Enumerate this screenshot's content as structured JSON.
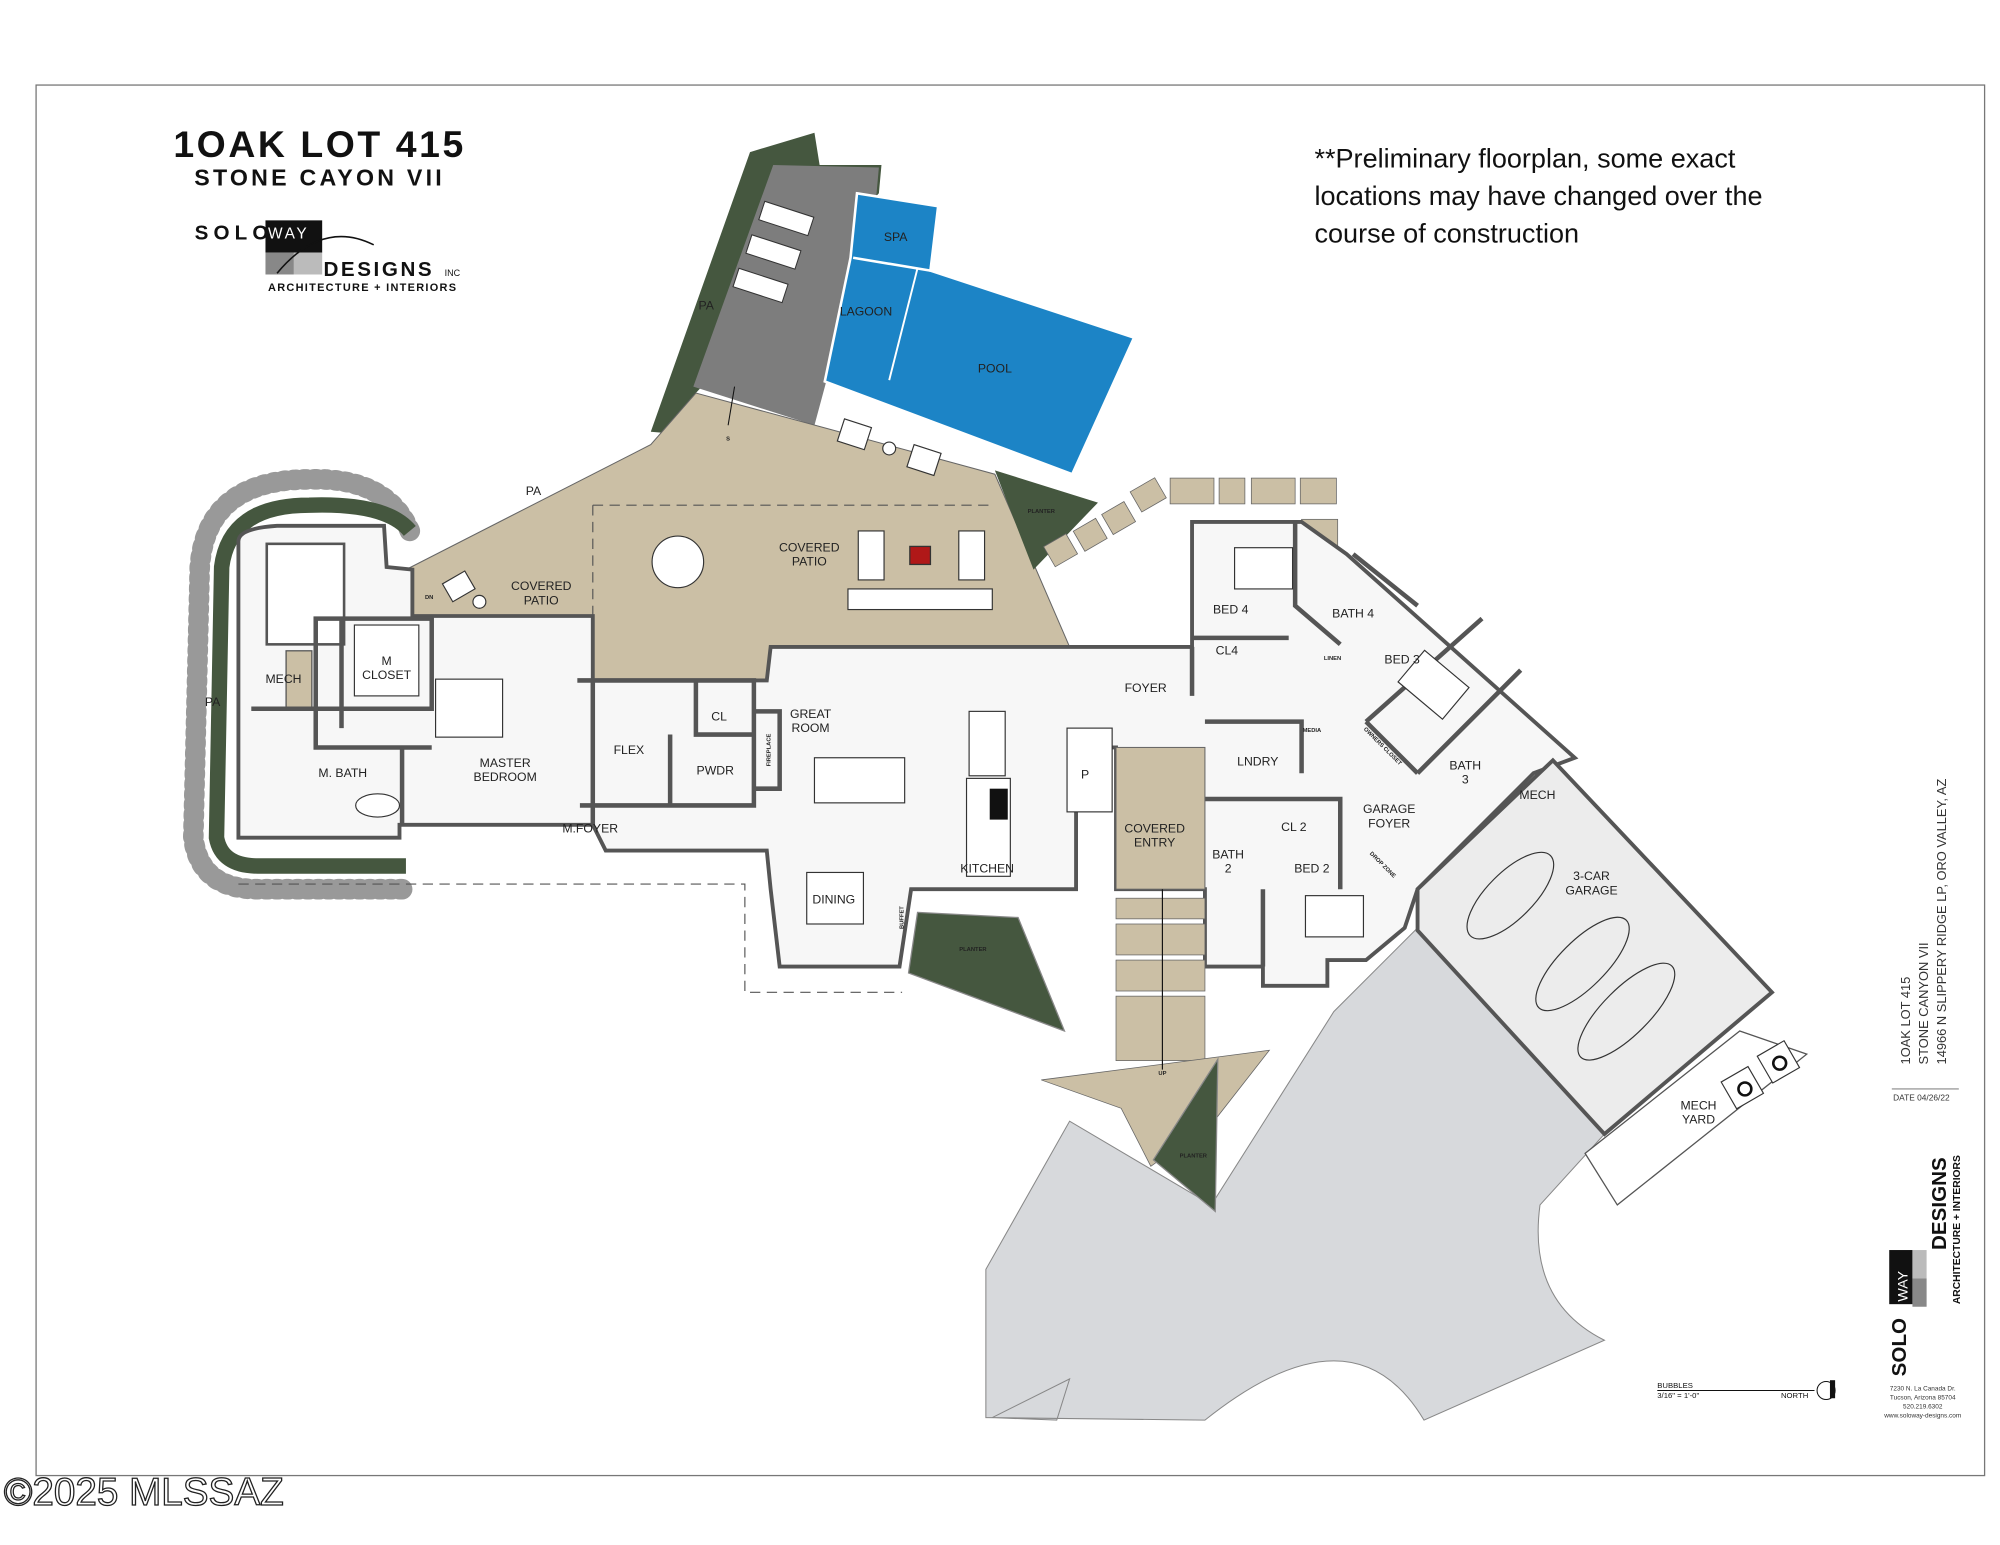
{
  "title": {
    "line1": "1OAK LOT 415",
    "line2": "STONE CAYON VII"
  },
  "logo": {
    "solo": "SOLO",
    "way": "WAY",
    "designs": "DESIGNS",
    "inc": "INC",
    "tagline": "ARCHITECTURE + INTERIORS"
  },
  "note": {
    "lines": [
      "**Preliminary floorplan, some exact",
      "locations may have changed over the",
      "course of construction"
    ]
  },
  "rooms": {
    "spa": "SPA",
    "lagoon": "LAGOON",
    "pool": "POOL",
    "pa1": "PA",
    "pa2": "PA",
    "pa3": "PA",
    "covered_patio_main": [
      "COVERED",
      "PATIO"
    ],
    "covered_patio_west": [
      "COVERED",
      "PATIO"
    ],
    "m_closet": [
      "M",
      "CLOSET"
    ],
    "mech_west": "MECH",
    "m_bath": "M. BATH",
    "master_bedroom": [
      "MASTER",
      "BEDROOM"
    ],
    "flex": "FLEX",
    "cl": "CL",
    "pwdr": "PWDR",
    "fireplace": "FIREPLACE",
    "great_room": [
      "GREAT",
      "ROOM"
    ],
    "foyer": "FOYER",
    "pantry": "P",
    "covered_entry": [
      "COVERED",
      "ENTRY"
    ],
    "kitchen": "KITCHEN",
    "dining": "DINING",
    "buffet": "BUFFET",
    "m_foyer": "M.FOYER",
    "bed4": "BED 4",
    "cl4": "CL4",
    "bath4": "BATH 4",
    "linen": "LINEN",
    "bed3": "BED 3",
    "media": "MEDIA",
    "owners_closet": "OWNERS CLOSET",
    "lndry": "LNDRY",
    "bath3": [
      "BATH",
      "3"
    ],
    "mech_east": "MECH",
    "garage_foyer": [
      "GARAGE",
      "FOYER"
    ],
    "cl2": "CL 2",
    "bath2": [
      "BATH",
      "2"
    ],
    "bed2": "BED 2",
    "drop_zone": "DROP ZONE",
    "garage": [
      "3-CAR",
      "GARAGE"
    ],
    "mech_yard": [
      "MECH",
      "YARD"
    ],
    "planter": "PLANTER",
    "dn": "DN",
    "up": "UP",
    "s": "S"
  },
  "scale": {
    "label": "BUBBLES",
    "value": "3/16\" = 1'-0\"",
    "north": "NORTH"
  },
  "title_block": {
    "project": "1OAK LOT 415",
    "subdivision": "STONE CANYON VII",
    "address": "14966 N SLIPPERY RIDGE LP, ORO VALLEY, AZ",
    "date": "DATE 04/26/22",
    "firm_address": [
      "7230 N. La Canada Dr.",
      "Tucson, Arizona 85704",
      "520.219.6302",
      "www.soloway-designs.com"
    ]
  },
  "watermark": "©2025 MLSSAZ",
  "colors": {
    "pool_blue": "#1c84c6",
    "hedge_green": "#45573f",
    "deck_gray": "#7d7d7d",
    "patio_tan": "#cbbfa5",
    "drive_gray": "#d7d9dc",
    "garage_gray": "#ececec"
  }
}
